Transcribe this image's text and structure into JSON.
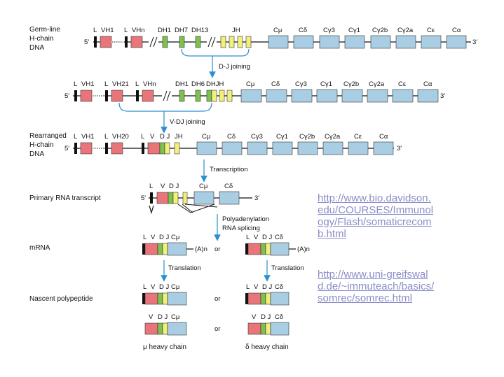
{
  "colors": {
    "L": "#e8757a",
    "D": "#7ec14f",
    "J": "#f2f07a",
    "C": "#a9cde3",
    "seg": "#111111",
    "arrow": "#2a8fcf",
    "link": "#8a8ec8"
  },
  "labels": {
    "germline": [
      "Germ-line",
      "H-chain",
      "DNA"
    ],
    "rearranged": [
      "Rearranged",
      "H-chain",
      "DNA"
    ],
    "primary": "Primary RNA transcript",
    "mrna": "mRNA",
    "nascent": "Nascent polypeptide"
  },
  "steps": {
    "dj": "D-J joining",
    "vdj": "V-DJ joining",
    "transcription": "Transcription",
    "polyA": "Polyadenylation",
    "splicing": "RNA splicing",
    "translation_left": "Translation",
    "translation_right": "Translation"
  },
  "ends": {
    "five": "5′",
    "three": "3′"
  },
  "row1": {
    "L1": "L",
    "V1": "VH1",
    "L2": "L",
    "Vn": "VHn",
    "D1": "DH1",
    "D7": "DH7",
    "D13": "DH13",
    "J": "JH",
    "C": [
      "Cμ",
      "Cδ",
      "Cγ3",
      "Cγ1",
      "Cγ2b",
      "Cγ2a",
      "Cε",
      "Cα"
    ]
  },
  "row2": {
    "L1": "L",
    "V1": "VH1",
    "L21": "L",
    "V21": "VH21",
    "Ln": "L",
    "Vn": "VHn",
    "D1": "DH1",
    "D6": "DH6",
    "DJ": "DHJH",
    "C": [
      "Cμ",
      "Cδ",
      "Cγ3",
      "Cγ1",
      "Cγ2b",
      "Cγ2a",
      "Cε",
      "Cα"
    ]
  },
  "row3": {
    "L1": "L",
    "V1": "VH1",
    "L20": "L",
    "V20": "VH20",
    "L": "L",
    "V": "V",
    "DJ": "D J",
    "J": "JH",
    "C": [
      "Cμ",
      "Cδ",
      "Cγ3",
      "Cγ1",
      "Cγ2b",
      "Cγ2a",
      "Cε",
      "Cα"
    ]
  },
  "primary_row": {
    "L": "L",
    "V": "V",
    "DJ": "D J",
    "Cm": "Cμ",
    "Cd": "Cδ"
  },
  "mrna_left": {
    "L": "L",
    "V": "V",
    "DJ": "D J",
    "C": "Cμ",
    "tail": "(A)n"
  },
  "mrna_right": {
    "L": "L",
    "V": "V",
    "DJ": "D J",
    "C": "Cδ",
    "tail": "(A)n"
  },
  "or": "or",
  "heavy_mu": "μ heavy chain",
  "heavy_delta": "δ heavy chain",
  "links": [
    "http://www.bio.davidson.edu/COURSES/Immunology/Flash/somaticrecomb.html",
    "http://www.uni-greifswald.de/~immuteach/basics/somrec/somrec.html"
  ]
}
